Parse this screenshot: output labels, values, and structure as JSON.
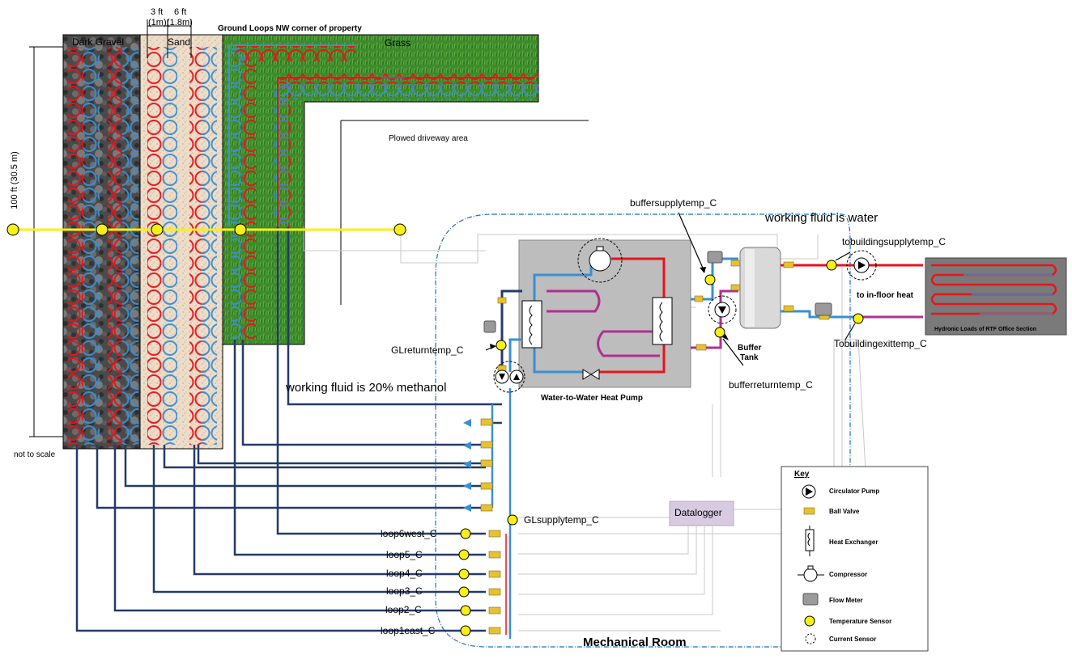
{
  "title": "Ground Loops NW corner of property",
  "zones": {
    "dark_gravel": "Dark Gravel",
    "sand": "Sand",
    "grass": "Grass",
    "driveway": "Plowed driveway area",
    "mechanical_room": "Mechanical Room"
  },
  "dimensions": {
    "width_3ft": "3 ft",
    "width_3ft_metric": "(1m)",
    "width_6ft": "6 ft",
    "width_6ft_metric": "(1.8m)",
    "length": "100 ft (30.5 m)",
    "scale_note": "not to scale"
  },
  "fluids": {
    "ground_side": "working fluid is 20% methanol",
    "building_side": "working fluid is water"
  },
  "equipment": {
    "heat_pump": "Water-to-Water Heat Pump",
    "buffer_tank": [
      "Buffer",
      "Tank"
    ],
    "load_label": "to in-floor heat",
    "load_box": "Hydronic Loads of RTF Office Section",
    "datalogger": "Datalogger"
  },
  "sensors": {
    "buffer_supply": "buffersupplytemp_C",
    "buffer_return": "bufferreturntemp_C",
    "to_building_supply": "tobuildingsupplytemp_C",
    "to_building_exit": "Tobuildingexittemp_C",
    "gl_return": "GLreturntemp_C",
    "gl_supply": "GLsupplytemp_C",
    "loops": [
      "loop6west_C",
      "loop5_C",
      "loop4_C",
      "loop3_C",
      "loop2_C",
      "loop1east_C"
    ]
  },
  "key": {
    "title": "Key",
    "items": [
      {
        "label": "Circulator Pump",
        "icon": "pump-icon"
      },
      {
        "label": "Ball Valve",
        "icon": "ball-valve-icon"
      },
      {
        "label": "Heat Exchanger",
        "icon": "heat-exchanger-icon"
      },
      {
        "label": "Compressor",
        "icon": "compressor-icon"
      },
      {
        "label": "Flow Meter",
        "icon": "flow-meter-icon"
      },
      {
        "label": "Temperature Sensor",
        "icon": "temperature-sensor-icon"
      },
      {
        "label": "Current Sensor",
        "icon": "current-sensor-icon"
      }
    ]
  },
  "colors": {
    "supply": "#e8141b",
    "return": "#3a8fd4",
    "ground_pipe": "#243a6b",
    "sensor": "#f7ef16",
    "valve": "#e6c233",
    "datalogger_bg": "#d8cbe1",
    "grass": "#3e8a2c",
    "gravel": "#4d4d4d",
    "sand": "#ecdcc8"
  }
}
